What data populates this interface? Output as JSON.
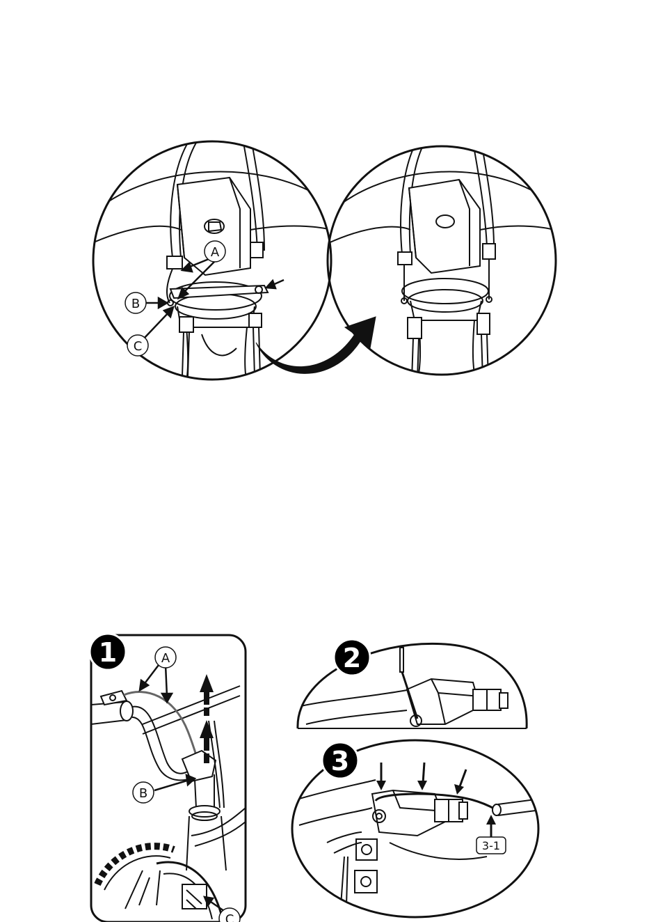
{
  "top_figure": {
    "callouts": {
      "a": "A",
      "b": "B",
      "c": "C"
    }
  },
  "step1": {
    "badge": "1",
    "callouts": {
      "a": "A",
      "b": "B",
      "c": "C"
    }
  },
  "step2": {
    "badge": "2"
  },
  "step3": {
    "badge": "3",
    "ref_label": "3-1"
  },
  "colors": {
    "ink": "#111111",
    "background": "#ffffff",
    "badge_fill": "#000000"
  }
}
